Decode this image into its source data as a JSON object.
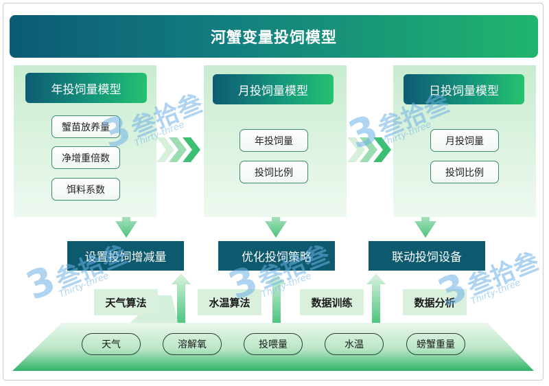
{
  "title": "河蟹变量投饲模型",
  "panels": [
    {
      "header": "年投饲量模型",
      "items": [
        "蟹苗放养量",
        "净增重倍数",
        "饵料系数"
      ]
    },
    {
      "header": "月投饲量模型",
      "items": [
        "年投饲量",
        "投饲比例"
      ]
    },
    {
      "header": "日投饲量模型",
      "items": [
        "月投饲量",
        "投饲比例"
      ]
    }
  ],
  "actions": [
    "设置投饲增减量",
    "优化投饲策略",
    "联动投饲设备"
  ],
  "algorithms": [
    "天气算法",
    "水温算法",
    "数据训练",
    "数据分析"
  ],
  "data_sources": [
    "天气",
    "溶解氧",
    "投喂量",
    "水温",
    "螃蟹重量"
  ],
  "watermark": {
    "logo_text": "叁拾叁",
    "english": "Thirty-three"
  },
  "colors": {
    "title_gradient_start": "#0c5a73",
    "title_gradient_end": "#20b56d",
    "action_box": "#0d5a6e",
    "panel_bg": "#c8eccf",
    "platform": "#3bbf72"
  }
}
